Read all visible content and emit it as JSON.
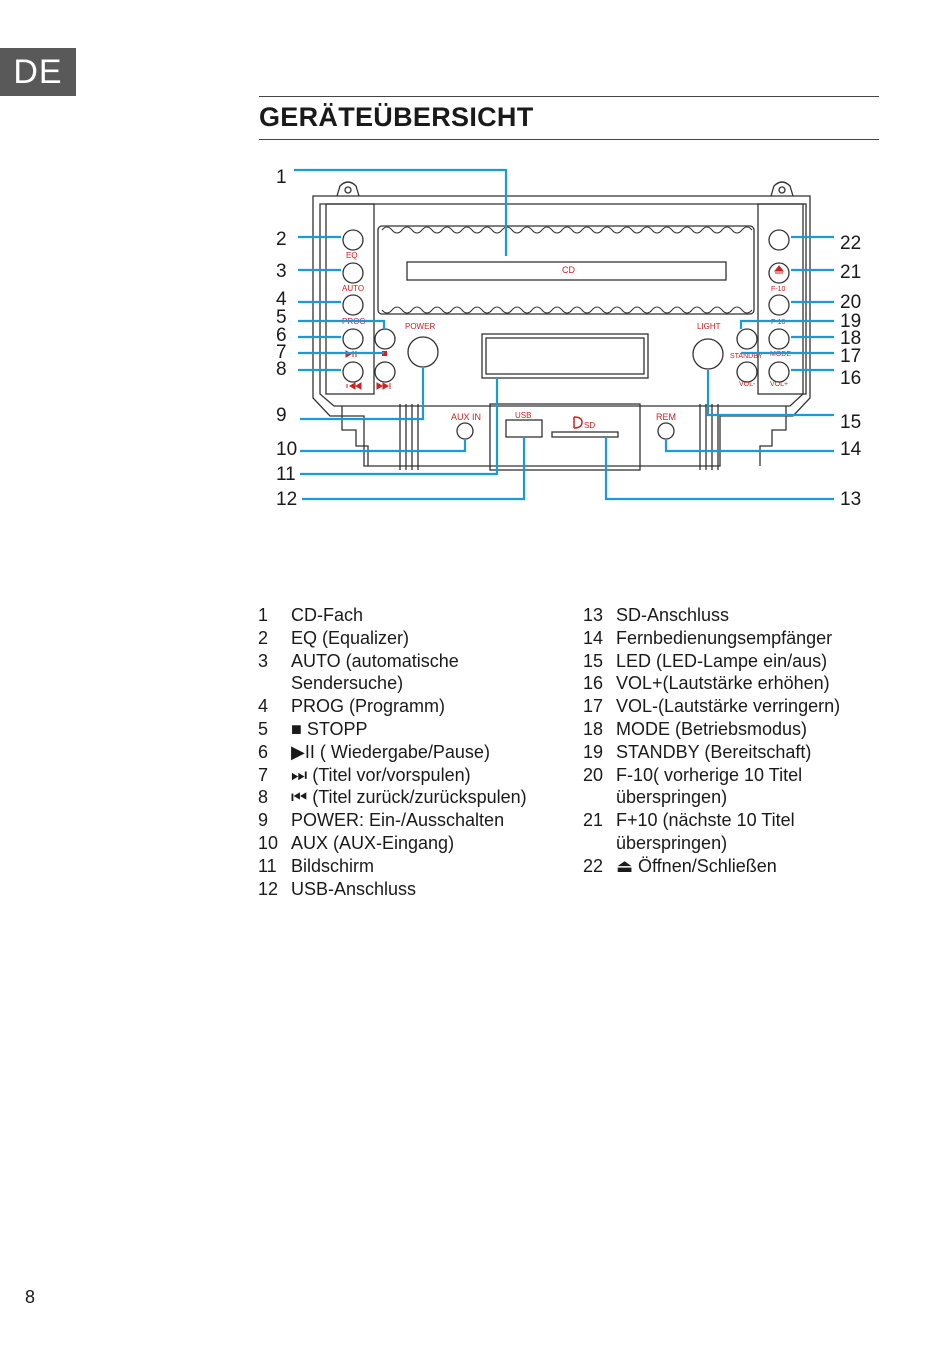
{
  "language_tab": "DE",
  "title": "GERÄTEÜBERSICHT",
  "page_number": "8",
  "diagram": {
    "callouts_left": [
      "1",
      "2",
      "3",
      "4",
      "5",
      "6",
      "7",
      "8",
      "9",
      "10",
      "11",
      "12"
    ],
    "callouts_right": [
      "22",
      "21",
      "20",
      "19",
      "18",
      "17",
      "16",
      "15",
      "14",
      "13"
    ],
    "device_labels": {
      "cd": "CD",
      "eq": "EQ",
      "auto": "AUTO",
      "prog": "PROG",
      "power": "POWER",
      "light": "LIGHT",
      "standby": "STANDBY",
      "mode": "MODE",
      "f_minus": "F-10",
      "f_plus": "F-10",
      "vol_minus": "VOL-",
      "vol_plus": "VOL+",
      "aux_in": "AUX IN",
      "usb": "USB",
      "sd": "SD",
      "rem": "REM"
    }
  },
  "legend_left": [
    {
      "num": "1",
      "text": "CD-Fach"
    },
    {
      "num": "2",
      "text": "EQ (Equalizer)"
    },
    {
      "num": "3",
      "text": "AUTO (automatische"
    },
    {
      "num": "",
      "text": "Sendersuche)"
    },
    {
      "num": "4",
      "text": " PROG (Programm)"
    },
    {
      "num": "5",
      "text": " ■ STOPP"
    },
    {
      "num": "6",
      "text": " ▶II  ( Wiedergabe/Pause)"
    },
    {
      "num": "7",
      "text": " ⏭  (Titel vor/vorspulen)"
    },
    {
      "num": "8",
      "text": " ⏮  (Titel zurück/zurückspulen)"
    },
    {
      "num": "9",
      "text": "POWER: Ein-/Ausschalten"
    },
    {
      "num": "10",
      "text": "AUX (AUX-Eingang)"
    },
    {
      "num": "11",
      "text": "Bildschirm"
    },
    {
      "num": "12",
      "text": "USB-Anschluss"
    }
  ],
  "legend_right": [
    {
      "num": "13",
      "text": "SD-Anschluss"
    },
    {
      "num": "14",
      "text": "Fernbedienungsempfänger"
    },
    {
      "num": "15",
      "text": "LED (LED-Lampe ein/aus)"
    },
    {
      "num": "16",
      "text": "VOL+(Lautstärke erhöhen)"
    },
    {
      "num": "17",
      "text": "VOL-(Lautstärke verringern)"
    },
    {
      "num": "18",
      "text": "MODE (Betriebsmodus)"
    },
    {
      "num": "19",
      "text": "STANDBY (Bereitschaft)"
    },
    {
      "num": "20",
      "text": "F-10( vorherige 10 Titel"
    },
    {
      "num": "",
      "text": "überspringen)"
    },
    {
      "num": "21",
      "text": "F+10 (nächste 10 Titel"
    },
    {
      "num": "",
      "text": "überspringen)"
    },
    {
      "num": "22",
      "text": "⏏ Öffnen/Schließen"
    }
  ],
  "colors": {
    "callout_line": "#1a9ad6",
    "device_outline": "#333333",
    "device_label": "#cc2222",
    "lang_tab_bg": "#595959"
  }
}
